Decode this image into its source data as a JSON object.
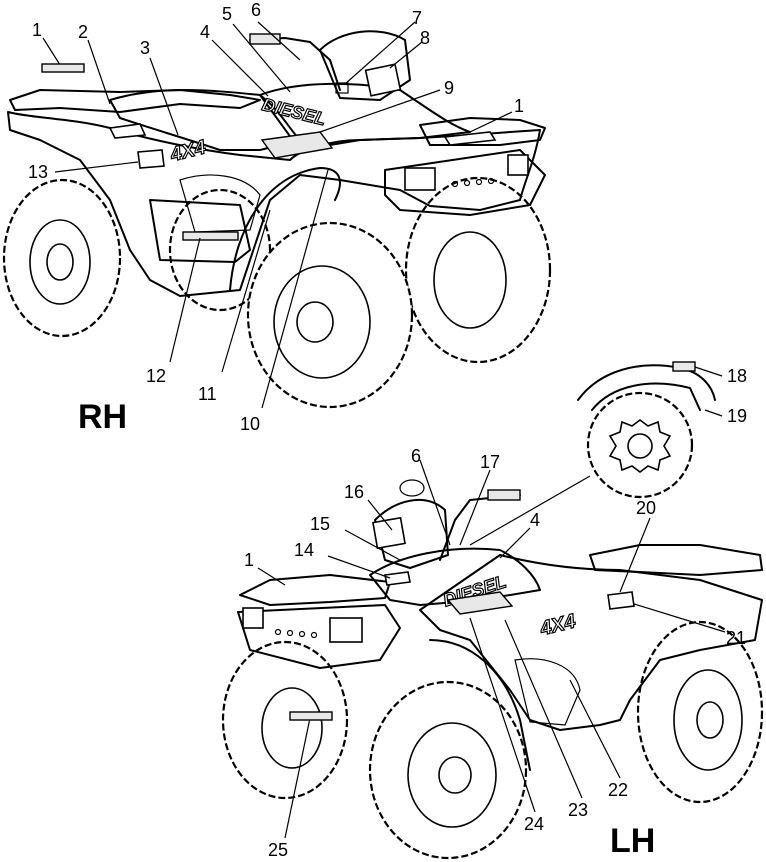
{
  "views": {
    "right": {
      "label": "RH"
    },
    "left": {
      "label": "LH"
    }
  },
  "callouts": [
    {
      "id": "c1a",
      "text": "1"
    },
    {
      "id": "c2",
      "text": "2"
    },
    {
      "id": "c3",
      "text": "3"
    },
    {
      "id": "c4a",
      "text": "4"
    },
    {
      "id": "c5",
      "text": "5"
    },
    {
      "id": "c6a",
      "text": "6"
    },
    {
      "id": "c7",
      "text": "7"
    },
    {
      "id": "c8",
      "text": "8"
    },
    {
      "id": "c9",
      "text": "9"
    },
    {
      "id": "c1b",
      "text": "1"
    },
    {
      "id": "c13",
      "text": "13"
    },
    {
      "id": "c12",
      "text": "12"
    },
    {
      "id": "c11",
      "text": "11"
    },
    {
      "id": "c10",
      "text": "10"
    },
    {
      "id": "c18",
      "text": "18"
    },
    {
      "id": "c19",
      "text": "19"
    },
    {
      "id": "c6b",
      "text": "6"
    },
    {
      "id": "c17",
      "text": "17"
    },
    {
      "id": "c16",
      "text": "16"
    },
    {
      "id": "c15",
      "text": "15"
    },
    {
      "id": "c4b",
      "text": "4"
    },
    {
      "id": "c20",
      "text": "20"
    },
    {
      "id": "c14",
      "text": "14"
    },
    {
      "id": "c1c",
      "text": "1"
    },
    {
      "id": "c21",
      "text": "21"
    },
    {
      "id": "c22",
      "text": "22"
    },
    {
      "id": "c23",
      "text": "23"
    },
    {
      "id": "c24",
      "text": "24"
    },
    {
      "id": "c25",
      "text": "25"
    }
  ],
  "decals": {
    "rh_4x4": "4X4",
    "rh_diesel": "DIESEL",
    "lh_4x4": "4X4",
    "lh_diesel": "DIESEL"
  }
}
